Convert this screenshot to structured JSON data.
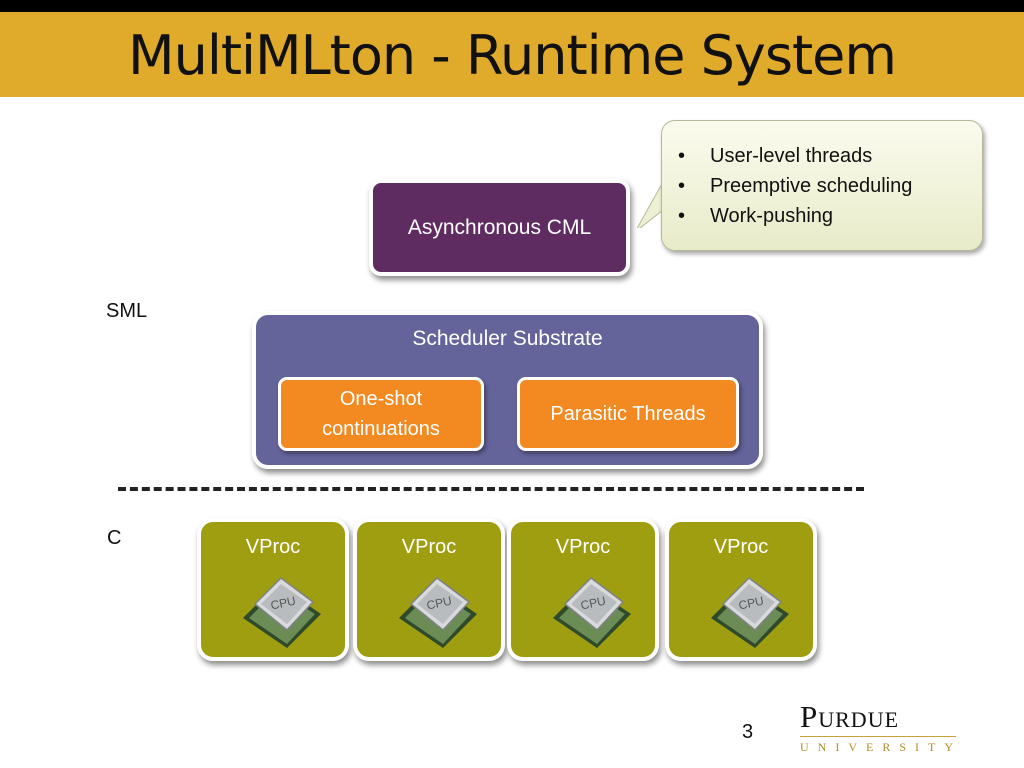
{
  "slide": {
    "title": "MultiMLton - Runtime System",
    "page_number": "3"
  },
  "async_cml": {
    "label": "Asynchronous CML"
  },
  "callout": {
    "bullets": [
      "User-level threads",
      "Preemptive scheduling",
      "Work-pushing"
    ]
  },
  "layers": {
    "sml": "SML",
    "c": "C"
  },
  "scheduler": {
    "label": "Scheduler Substrate",
    "components": [
      "One-shot continuations",
      "Parasitic Threads"
    ]
  },
  "vprocs": [
    {
      "label": "VProc",
      "chip": "CPU"
    },
    {
      "label": "VProc",
      "chip": "CPU"
    },
    {
      "label": "VProc",
      "chip": "CPU"
    },
    {
      "label": "VProc",
      "chip": "CPU"
    }
  ],
  "logo": {
    "name": "Purdue",
    "subtitle": "UNIVERSITY"
  },
  "colors": {
    "title_bar": "#e0aa2b",
    "async_cml": "#5f2c61",
    "scheduler": "#64649b",
    "component": "#f28a21",
    "vproc": "#9e9e10",
    "logo_gold": "#b08c2c"
  }
}
